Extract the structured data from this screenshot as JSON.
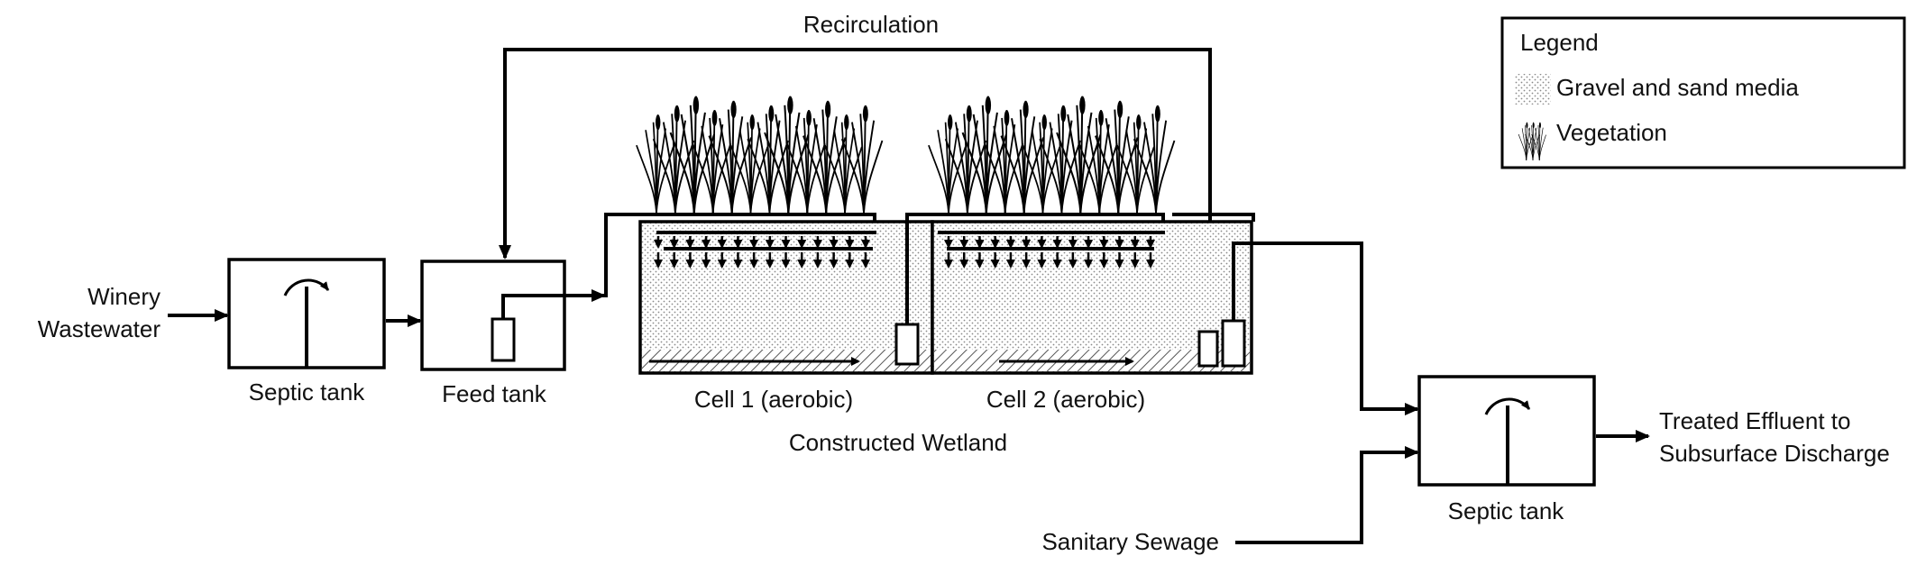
{
  "title": "Recirculation",
  "inputs": {
    "winery_line1": "Winery",
    "winery_line2": "Wastewater",
    "sanitary": "Sanitary Sewage"
  },
  "units": {
    "septic_tank_1": "Septic tank",
    "feed_tank": "Feed tank",
    "cell_1": "Cell 1 (aerobic)",
    "cell_2": "Cell 2 (aerobic)",
    "wetland": "Constructed Wetland",
    "septic_tank_2": "Septic tank"
  },
  "output": {
    "line1": "Treated Effluent to",
    "line2": "Subsurface Discharge"
  },
  "legend": {
    "title": "Legend",
    "items": [
      {
        "label": "Gravel and sand media",
        "icon": "gravel-swatch"
      },
      {
        "label": "Vegetation",
        "icon": "vegetation-icon"
      }
    ]
  }
}
